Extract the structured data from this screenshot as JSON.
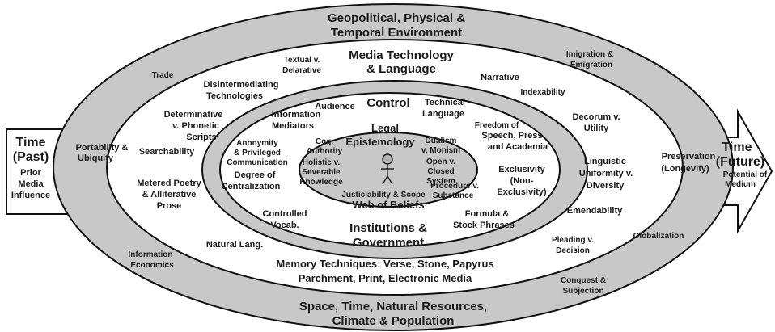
{
  "colors": {
    "outer_ring": "#c8c8c8",
    "media_ring": "#ffffff",
    "control_ring": "#c8c8c8",
    "institutions_ring": "#ffffff",
    "core": "#c8c8c8",
    "center_figure": "#b0b0b0",
    "stroke": "#111111"
  },
  "arrows": {
    "past": {
      "title_1": "Time",
      "title_2": "(Past)",
      "sub_1": "Prior",
      "sub_2": "Media",
      "sub_3": "Influence"
    },
    "future": {
      "title_1": "Time",
      "title_2": "(Future)",
      "sub_1": "Potential of",
      "sub_2": "Medium"
    }
  },
  "outer_ring": {
    "top_1": "Geopolitical, Physical &",
    "top_2": "Temporal Environment",
    "bottom_1": "Space, Time, Natural Resources,",
    "bottom_2": "Climate & Population",
    "labels": {
      "trade": "Trade",
      "portability_1": "Portability &",
      "portability_2": "Ubiquity",
      "information_economics_1": "Information",
      "information_economics_2": "Economics",
      "imigration_1": "Imigration &",
      "imigration_2": "Emigration",
      "preservation_1": "Preservation",
      "preservation_2": "(Longevity)",
      "globalization": "Globalization",
      "conquest_1": "Conquest &",
      "conquest_2": "Subjection"
    }
  },
  "media_ring": {
    "title_1": "Media Technology",
    "title_2": "& Language",
    "bottom_1": "Memory Techniques: Verse, Stone, Papyrus",
    "bottom_2": "Parchment, Print, Electronic Media",
    "labels": {
      "textual_1": "Textual v.",
      "textual_2": "Delarative",
      "disintermediating_1": "Disintermediating",
      "disintermediating_2": "Technologies",
      "determinative_1": "Determinative",
      "determinative_2": "v. Phonetic",
      "determinative_3": "Scripts",
      "searchability": "Searchability",
      "metered_1": "Metered Poetry",
      "metered_2": "& Alliterative",
      "metered_3": "Prose",
      "natural_lang": "Natural Lang.",
      "narrative": "Narrative",
      "indexability": "Indexability",
      "decorum_1": "Decorum v.",
      "decorum_2": "Utility",
      "linguistic_1": "Linguistic",
      "linguistic_2": "Uniformity v.",
      "linguistic_3": "Diversity",
      "emendability": "Emendability",
      "pleading_1": "Pleading v.",
      "pleading_2": "Decision"
    }
  },
  "control_ring": {
    "title": "Control",
    "labels": {
      "audience": "Audience",
      "technical_1": "Technical",
      "technical_2": "Language",
      "info_mediators_1": "Information",
      "info_mediators_2": "Mediators",
      "anonymity_1": "Anonymity",
      "anonymity_2": "& Privileged",
      "anonymity_3": "Communication",
      "centralization_1": "Degree of",
      "centralization_2": "Centralization",
      "controlled_vocab_1": "Controlled",
      "controlled_vocab_2": "Vocab.",
      "freedom_1": "Freedom of",
      "freedom_2": "Speech, Press",
      "freedom_3": "and Academia",
      "exclusivity_1": "Exclusivity",
      "exclusivity_2": "(Non-",
      "exclusivity_3": "Exclusivity)",
      "formula_1": "Formula &",
      "formula_2": "Stock Phrases",
      "institutions_1": "Institutions &",
      "institutions_2": "Government"
    }
  },
  "core": {
    "title_1": "Legal",
    "title_2": "Epistemology",
    "bottom": "Web of Beliefs",
    "labels": {
      "cog_1": "Cog.",
      "cog_2": "Authority",
      "holistic_1": "Holistic v.",
      "holistic_2": "Severable",
      "holistic_3": "Knowledge",
      "justiciability": "Justiciability & Scope",
      "dualism_1": "Dualism",
      "dualism_2": "v. Monism",
      "open_1": "Open v.",
      "open_2": "Closed",
      "open_3": "System",
      "procedure_1": "Procedure v.",
      "procedure_2": "Substance"
    }
  }
}
